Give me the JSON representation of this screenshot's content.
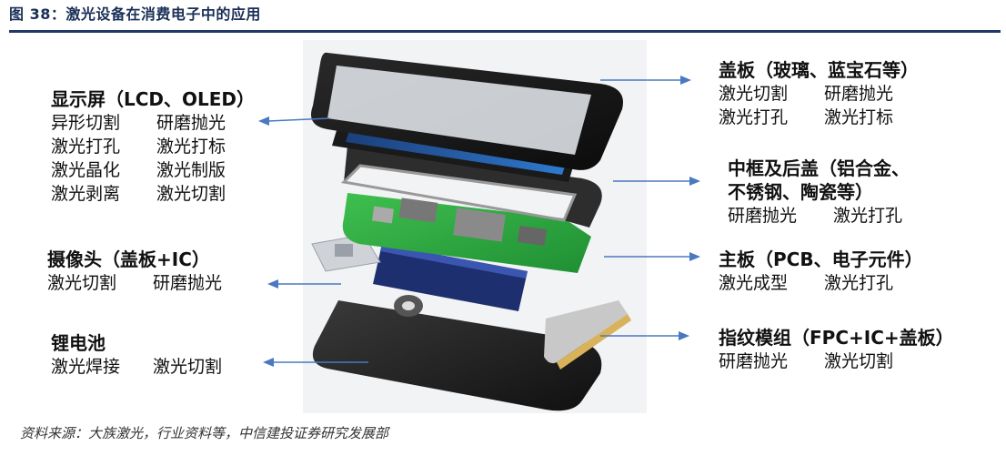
{
  "figure": {
    "title": "图 38：激光设备在消费电子中的应用",
    "source": "资料来源：大族激光，行业资料等，中信建投证券研究发展部"
  },
  "labels": {
    "display": {
      "head": "显示屏（LCD、OLED）",
      "items": [
        "异形切割",
        "研磨抛光",
        "激光打孔",
        "激光打标",
        "激光晶化",
        "激光制版",
        "激光剥离",
        "激光切割"
      ]
    },
    "camera": {
      "head": "摄像头（盖板+IC）",
      "items": [
        "激光切割",
        "研磨抛光"
      ]
    },
    "battery": {
      "head": "锂电池",
      "items": [
        "激光焊接",
        "激光切割"
      ]
    },
    "cover": {
      "head": "盖板（玻璃、蓝宝石等）",
      "items": [
        "激光切割",
        "研磨抛光",
        "激光打孔",
        "激光打标"
      ]
    },
    "frame": {
      "head1": "中框及后盖（铝合金、",
      "head2": "不锈钢、陶瓷等）",
      "items": [
        "研磨抛光",
        "激光打孔"
      ]
    },
    "mainboard": {
      "head": "主板（PCB、电子元件）",
      "items": [
        "激光成型",
        "激光打孔"
      ]
    },
    "fingerprint": {
      "head": "指纹模组（FPC+IC+盖板）",
      "items": [
        "研磨抛光",
        "激光切割"
      ]
    }
  },
  "colors": {
    "title": "#1a2f57",
    "rule": "#1f3864",
    "arrow": "#4a78c2"
  }
}
